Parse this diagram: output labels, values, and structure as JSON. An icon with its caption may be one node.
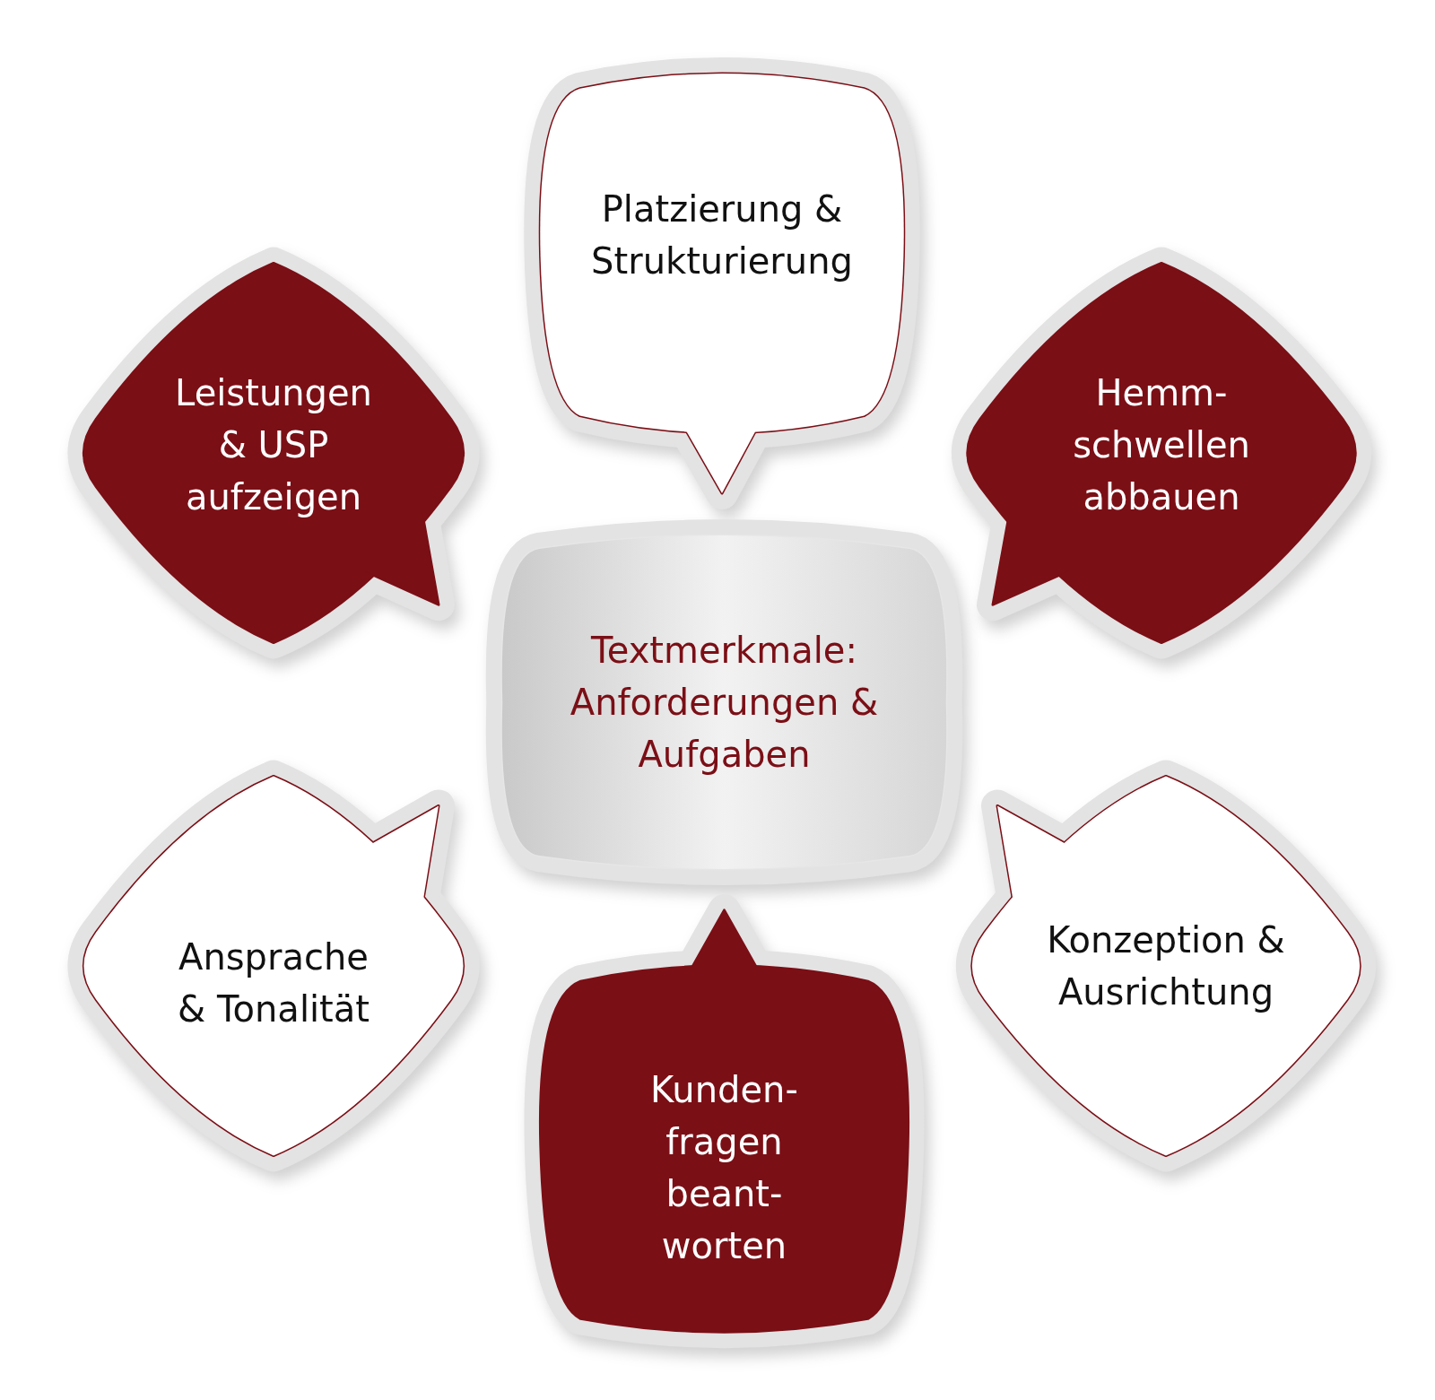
{
  "diagram": {
    "nodes": [
      {
        "text": [
          "Platzierung & Strukturierung"
        ]
      },
      {
        "text": [
          "Leistungen & USP aufzeigen"
        ]
      },
      {
        "text": [
          "Hemm- schwellen abbauen"
        ]
      },
      {
        "text": [
          "Textmerkmale: Anforderungen & Aufgaben"
        ]
      },
      {
        "text": [
          "Ansprache & Tonalität"
        ]
      },
      {
        "text": [
          "Konzeption & Ausrichtung"
        ]
      },
      {
        "text": [
          "Kunden- fragen beant- worten"
        ]
      }
    ]
  }
}
